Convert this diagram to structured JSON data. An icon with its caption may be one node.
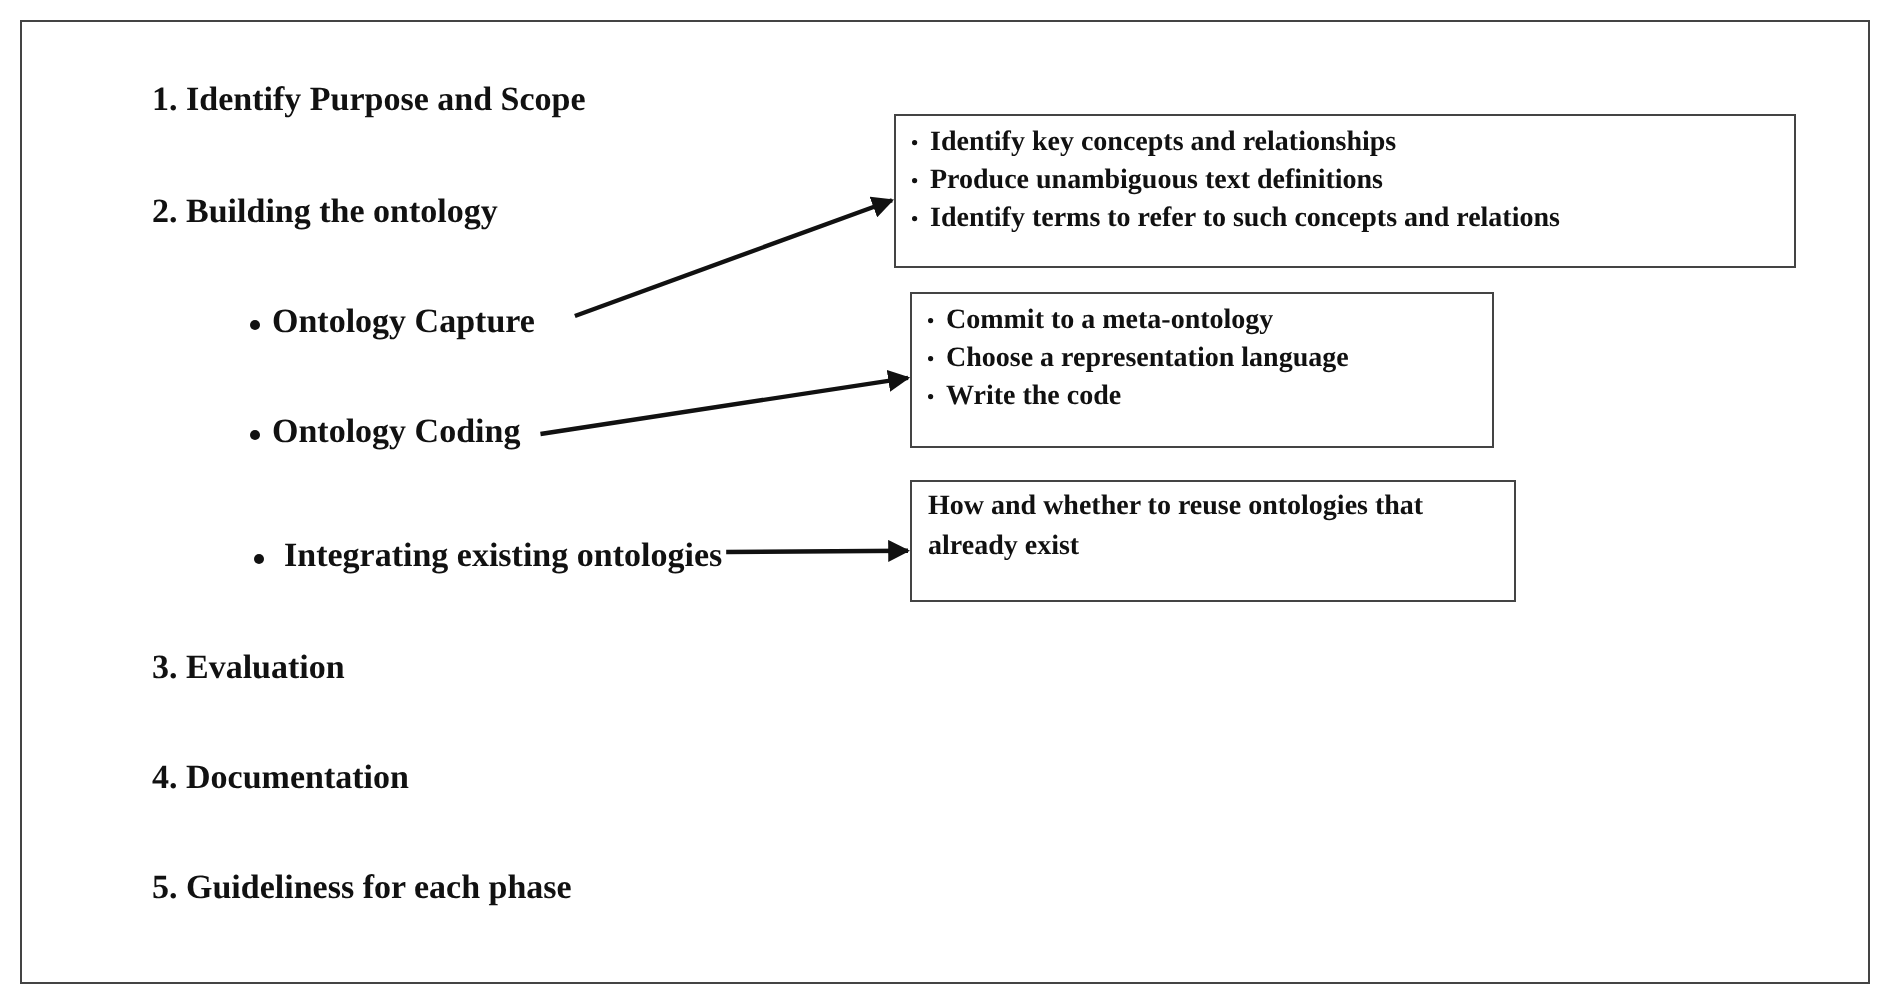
{
  "diagram": {
    "nodes": [
      {
        "text": [
          "Ontology Capture"
        ]
      },
      {
        "text": [
          "Identify key concepts and relationships",
          "Produce unambiguous text definitions",
          "Identify terms to refer to such concepts and relations"
        ]
      },
      {
        "text": [
          "Ontology Coding"
        ]
      },
      {
        "text": [
          "Commit to a meta-ontology",
          "Choose a representation language",
          "Write the code"
        ]
      },
      {
        "text": [
          "Integrating existing ontologies"
        ]
      },
      {
        "text": [
          "How and whether to reuse ontologies that already exist"
        ]
      }
    ],
    "edges": [
      {
        "from": 0,
        "to": 1,
        "arrow": "to"
      },
      {
        "from": 2,
        "to": 3,
        "arrow": "to"
      },
      {
        "from": 4,
        "to": 5,
        "arrow": "to"
      }
    ],
    "labels": [
      "1. Identify Purpose and Scope",
      "2. Building the ontology",
      "3. Evaluation",
      "4. Documentation",
      "5. Guideliness for each phase"
    ]
  }
}
